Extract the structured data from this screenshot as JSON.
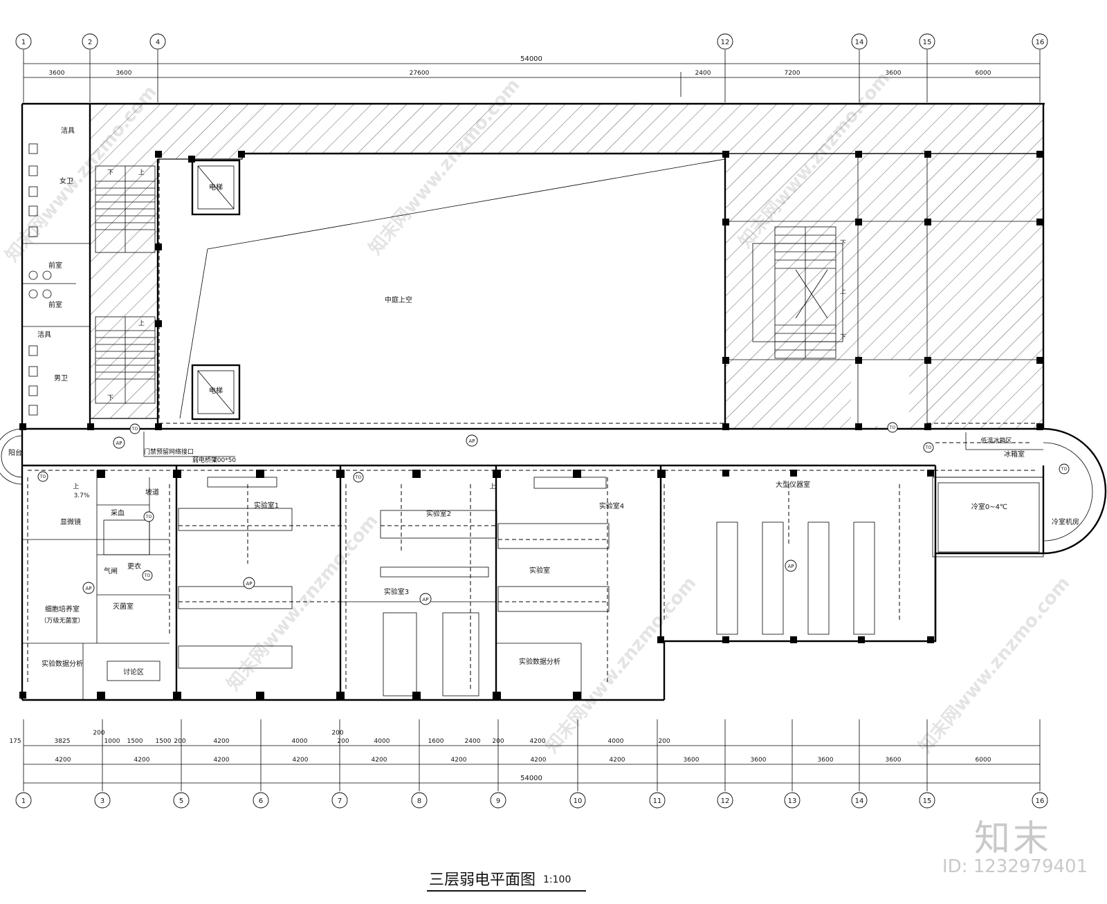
{
  "drawing_title": "三层弱电平面图",
  "drawing_scale": "1:100",
  "brand_logo": "知末",
  "brand_id": "ID: 1232979401",
  "watermark_text": "知末网www.znzmo.com",
  "axes_top": [
    "1",
    "2",
    "4",
    "12",
    "14",
    "15",
    "16"
  ],
  "axes_bottom": [
    "1",
    "3",
    "5",
    "6",
    "7",
    "8",
    "9",
    "10",
    "11",
    "12",
    "13",
    "14",
    "15",
    "16"
  ],
  "dims_top_total": "54000",
  "dims_top": [
    "3600",
    "3600",
    "27600",
    "2400",
    "7200",
    "3600",
    "6000"
  ],
  "dims_bottom_row1": [
    "175",
    "3825",
    "200",
    "1000",
    "1500",
    "1500",
    "200",
    "4200",
    "4000",
    "200",
    "200",
    "4000",
    "1600",
    "2400",
    "200",
    "4200",
    "4000",
    "200"
  ],
  "dims_bottom_row2": [
    "4200",
    "4200",
    "4200",
    "4200",
    "4200",
    "4200",
    "4200",
    "4200",
    "3600",
    "3600",
    "3600",
    "3600",
    "6000"
  ],
  "dims_bottom_total": "54000",
  "rooms": {
    "atrium": "中庭上空",
    "elevator_1": "电梯",
    "elevator_2": "电梯",
    "female_wc": "女卫",
    "male_wc": "男卫",
    "janitor_1": "洁具",
    "janitor_2": "洁具",
    "anteroom_1": "前室",
    "anteroom_2": "前室",
    "balcony": "阳台",
    "microscope": "显微镜",
    "sampling": "采血",
    "ramp": "坡道",
    "ramp_slope": "3.7%",
    "lab1": "实验室1",
    "lab2": "实验室2",
    "lab3": "实验室3",
    "lab4": "实验室4",
    "lab": "实验室",
    "large_instrument": "大型仪器室",
    "fridge": "冰箱室",
    "cold_room": "冷室0~4℃",
    "cold_machine": "冷室机房",
    "cell_culture": "细胞培养室",
    "cell_culture_sub": "（万级无菌室）",
    "sterilize": "灭菌室",
    "changing": "更衣",
    "airlock": "气闸",
    "data_analysis_1": "实验数据分析",
    "data_analysis_2": "实验数据分析",
    "discussion": "讨论区",
    "fridge_zone": "低温冰箱区"
  },
  "annotations": {
    "tray": "弱电桥架",
    "tray_size": "100*50",
    "access_note": "门禁预留网络接口",
    "up_1": "上",
    "up_2": "上",
    "up_3": "上",
    "down_1": "下",
    "down_2": "下",
    "down_3": "下",
    "down_4": "下"
  },
  "device_labels": {
    "ap": "AP",
    "to": "TO"
  }
}
